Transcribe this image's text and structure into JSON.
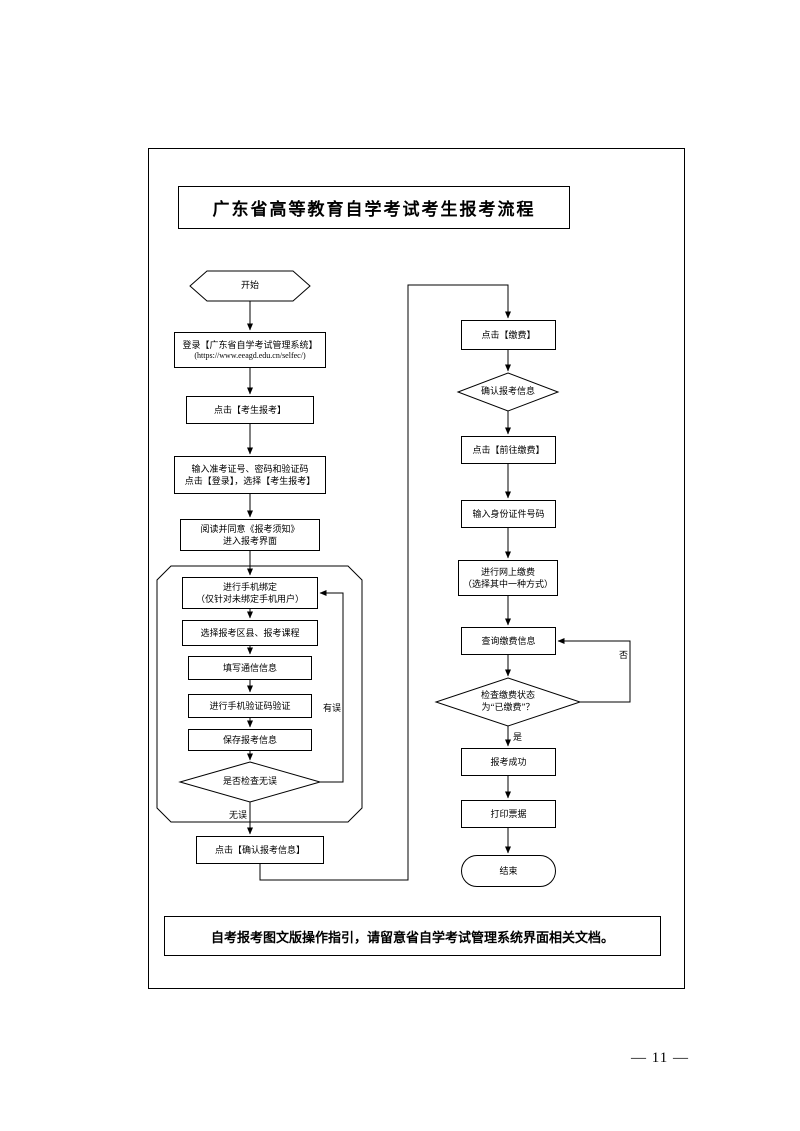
{
  "doc": {
    "title": "广东省高等教育自学考试考生报考流程",
    "footer_note": "自考报考图文版操作指引，请留意省自学考试管理系统界面相关文档。",
    "page_number": "— 11 —"
  },
  "left": {
    "start": "开始",
    "login_l1": "登录【广东省自学考试管理系统】",
    "login_l2": "(https://www.eeagd.edu.cn/selfec/)",
    "click_register": "点击【考生报考】",
    "input_l1": "输入准考证号、密码和验证码",
    "input_l2": "点击【登录】，选择【考生报考】",
    "agree_l1": "阅读并同意《报考须知》",
    "agree_l2": "进入报考界面",
    "bind_l1": "进行手机绑定",
    "bind_l2": "（仅针对未绑定手机用户）",
    "select_course": "选择报考区县、报考课程",
    "contact_info": "填写通信信息",
    "sms_verify": "进行手机验证码验证",
    "save_info": "保存报考信息",
    "check_decision": "是否检查无误",
    "label_error": "有误",
    "label_ok": "无误",
    "confirm": "点击【确认报考信息】"
  },
  "right": {
    "pay": "点击【缴费】",
    "confirm_info": "确认报考信息",
    "goto_pay": "点击【前往缴费】",
    "id_number": "输入身份证件号码",
    "online_l1": "进行网上缴费",
    "online_l2": "（选择其中一种方式）",
    "query_pay": "查询缴费信息",
    "status_l1": "检查缴费状态",
    "status_l2": "为“已缴费”？",
    "label_no": "否",
    "label_yes": "是",
    "success": "报考成功",
    "print": "打印票据",
    "end": "结束"
  }
}
